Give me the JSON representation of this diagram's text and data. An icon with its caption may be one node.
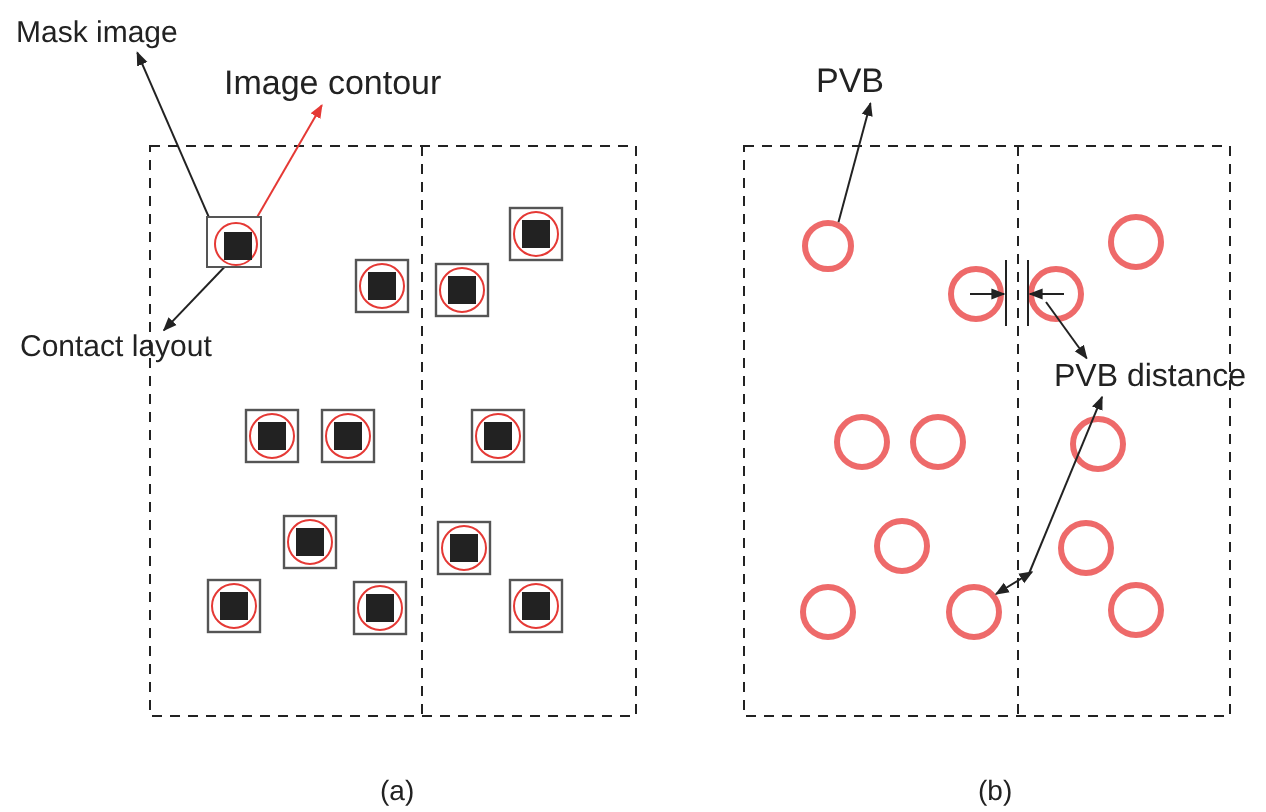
{
  "diagram": {
    "nodes": [
      {
        "text": [
          "Mask image"
        ]
      },
      {
        "text": [
          "Image contour"
        ]
      },
      {
        "text": [
          "Contact layout"
        ]
      },
      {
        "text": [],
        "shape": "box"
      },
      {
        "text": [],
        "shape": "circle",
        "in": 3
      },
      {
        "text": [],
        "shape": "box",
        "in": 4
      },
      {
        "text": [
          "PVB"
        ]
      },
      {
        "text": [
          "PVB distance"
        ]
      },
      {
        "text": [],
        "shape": "circle"
      }
    ],
    "edges": [
      {
        "from": 3,
        "to": 0,
        "arrow": "to"
      },
      {
        "from": 4,
        "to": 1,
        "arrow": "to",
        "color": "#e53935"
      },
      {
        "from": 5,
        "to": 2,
        "arrow": "to"
      },
      {
        "from": 8,
        "to": 6,
        "arrow": "to"
      },
      {
        "from": null,
        "to": 7,
        "arrow": "to"
      },
      {
        "from": null,
        "to": 7,
        "arrow": "to"
      }
    ],
    "labels": [
      "(a)",
      "(b)"
    ]
  }
}
